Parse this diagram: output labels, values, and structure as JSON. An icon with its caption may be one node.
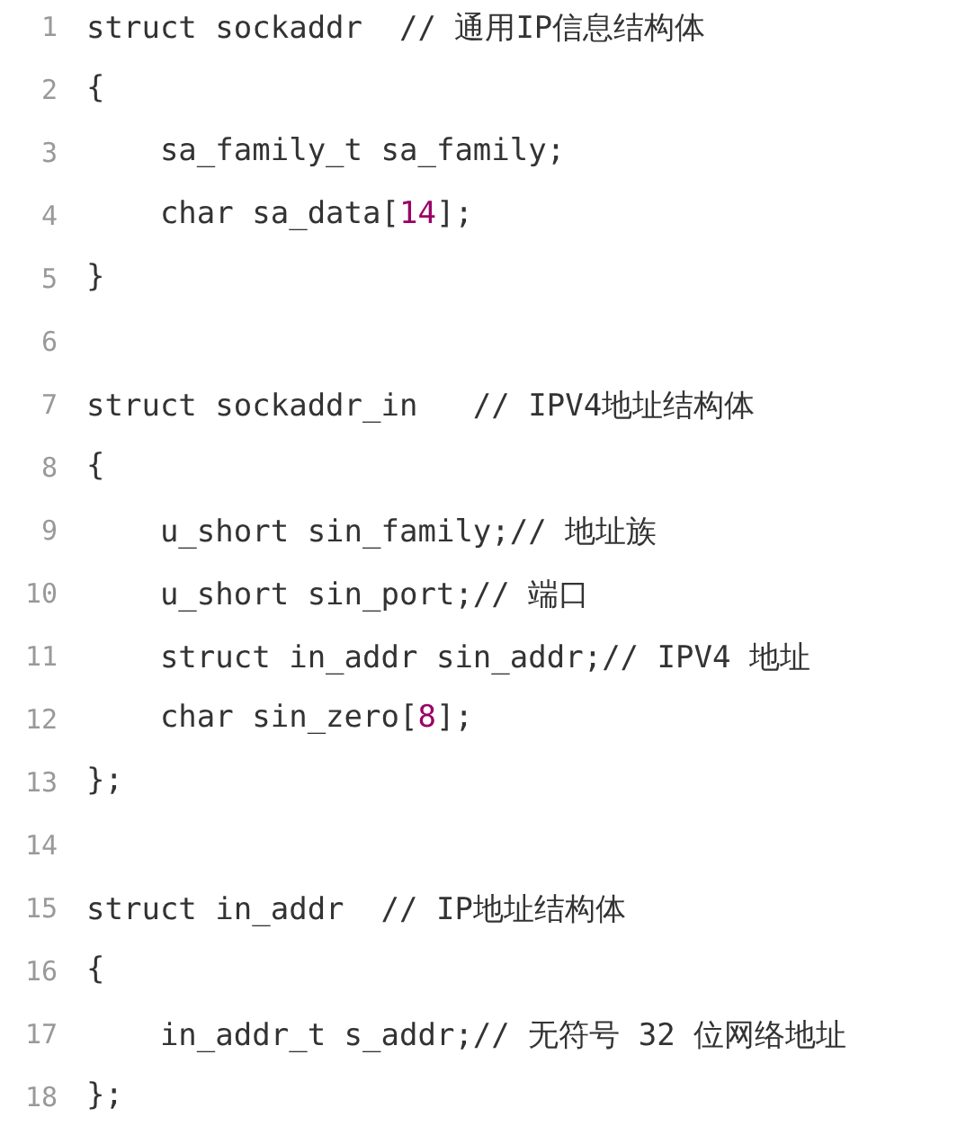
{
  "diagram": {
    "labels": [
      "1",
      "struct sockaddr  // 通用IP信息结构体",
      "2",
      "{",
      "3",
      "    sa_family_t sa_family;",
      "4",
      "    char sa_data[14];",
      "5",
      "}",
      "6",
      "7",
      "struct sockaddr_in   // IPV4地址结构体",
      "8",
      "{",
      "9",
      "    u_short sin_family;// 地址族",
      "10",
      "    u_short sin_port;// 端口",
      "11",
      "    struct in_addr sin_addr;// IPV4 地址",
      "12",
      "    char sin_zero[8];",
      "13",
      "};",
      "14",
      "15",
      "struct in_addr  // IP地址结构体",
      "16",
      "{",
      "17",
      "    in_addr_t s_addr;// 无符号 32 位网络地址",
      "18",
      "};"
    ]
  }
}
